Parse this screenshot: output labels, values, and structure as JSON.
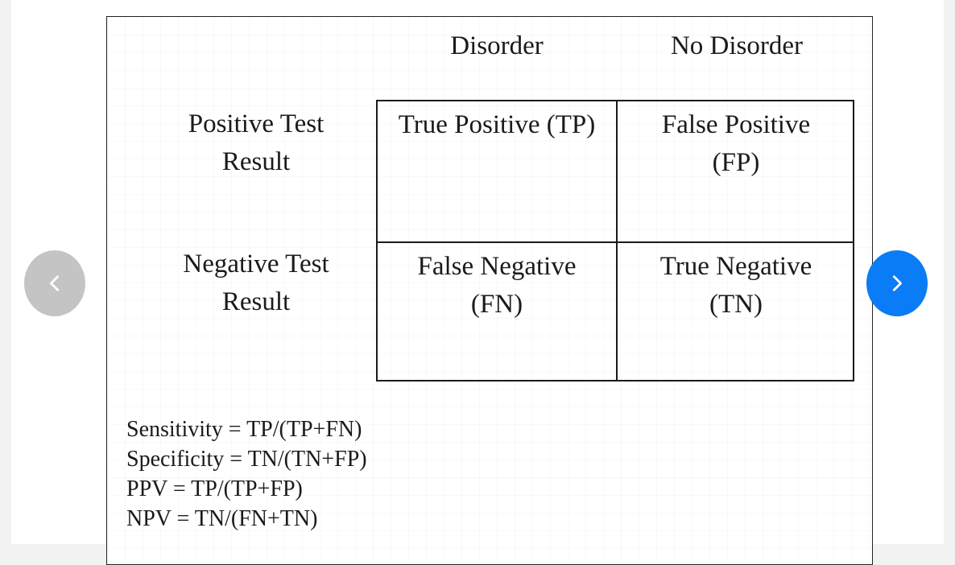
{
  "diagram": {
    "column_headers": [
      "Disorder",
      "No Disorder"
    ],
    "row_headers": [
      {
        "line1": "Positive Test",
        "line2": "Result"
      },
      {
        "line1": "Negative Test",
        "line2": "Result"
      }
    ],
    "cells": {
      "tp": {
        "line1": "True Positive (TP)",
        "line2": ""
      },
      "fp": {
        "line1": "False Positive",
        "line2": "(FP)"
      },
      "fn": {
        "line1": "False Negative",
        "line2": "(FN)"
      },
      "tn": {
        "line1": "True Negative",
        "line2": "(TN)"
      }
    },
    "formulas": [
      "Sensitivity = TP/(TP+FN)",
      "Specificity = TN/(TN+FP)",
      "PPV = TP/(TP+FP)",
      "NPV = TN/(FN+TN)"
    ]
  },
  "navigation": {
    "prev_icon": "chevron-left-icon",
    "next_icon": "chevron-right-icon",
    "prev_color": "#c4c4c4",
    "next_color": "#0a7cf5"
  }
}
